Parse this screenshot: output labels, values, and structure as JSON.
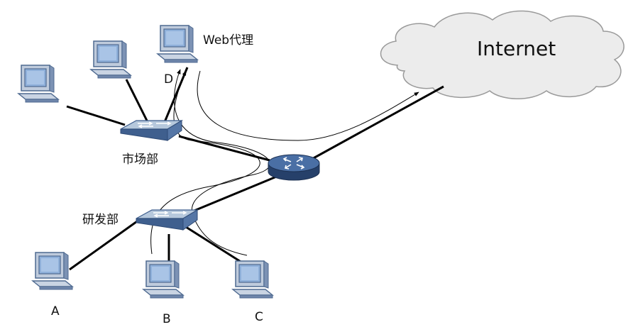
{
  "cloud": {
    "label": "Internet",
    "fill": "#ececec",
    "stroke": "#9a9a9a"
  },
  "labels": {
    "proxy": "Web代理",
    "pc_d": "D",
    "pc_a": "A",
    "pc_b": "B",
    "pc_c": "C",
    "switch_market": "市场部",
    "switch_rd": "研发部"
  },
  "colors": {
    "link": "#000000",
    "switch_top": "#b6c8dc",
    "switch_side": "#3f5f8e",
    "router_top": "#4a6fa5",
    "router_side": "#26406a",
    "pc_body": "#bfcbdc",
    "pc_screen": "#8fb0da",
    "pc_dark": "#4f6a90"
  }
}
